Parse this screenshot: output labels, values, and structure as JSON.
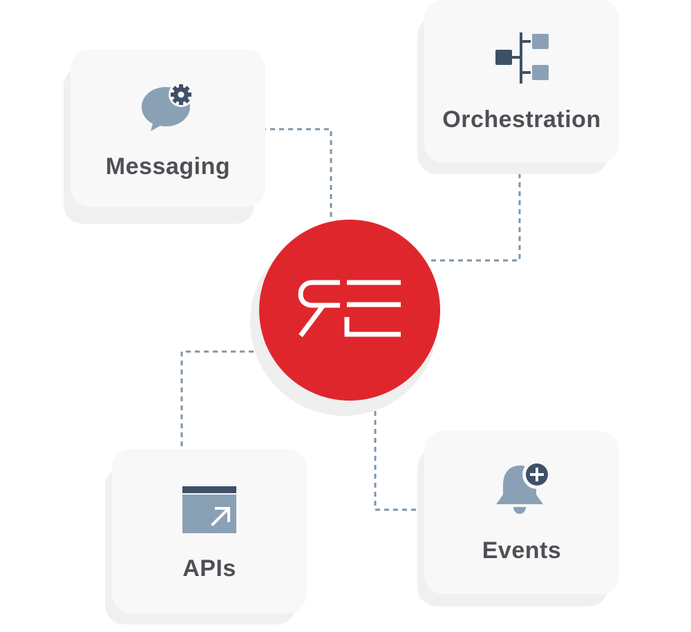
{
  "nodes": {
    "messaging": {
      "label": "Messaging",
      "icon": "chat-gear-icon"
    },
    "orchestration": {
      "label": "Orchestration",
      "icon": "hierarchy-tree-icon"
    },
    "apis": {
      "label": "APIs",
      "icon": "window-arrow-icon"
    },
    "events": {
      "label": "Events",
      "icon": "bell-plus-icon"
    }
  },
  "hub": {
    "icon": "re-logo-icon",
    "color": "#e0262d"
  },
  "colors": {
    "connector": "#7d95aa",
    "icon_light": "#8aa1b5",
    "icon_dark": "#3f5166",
    "label": "#4f4f55"
  }
}
